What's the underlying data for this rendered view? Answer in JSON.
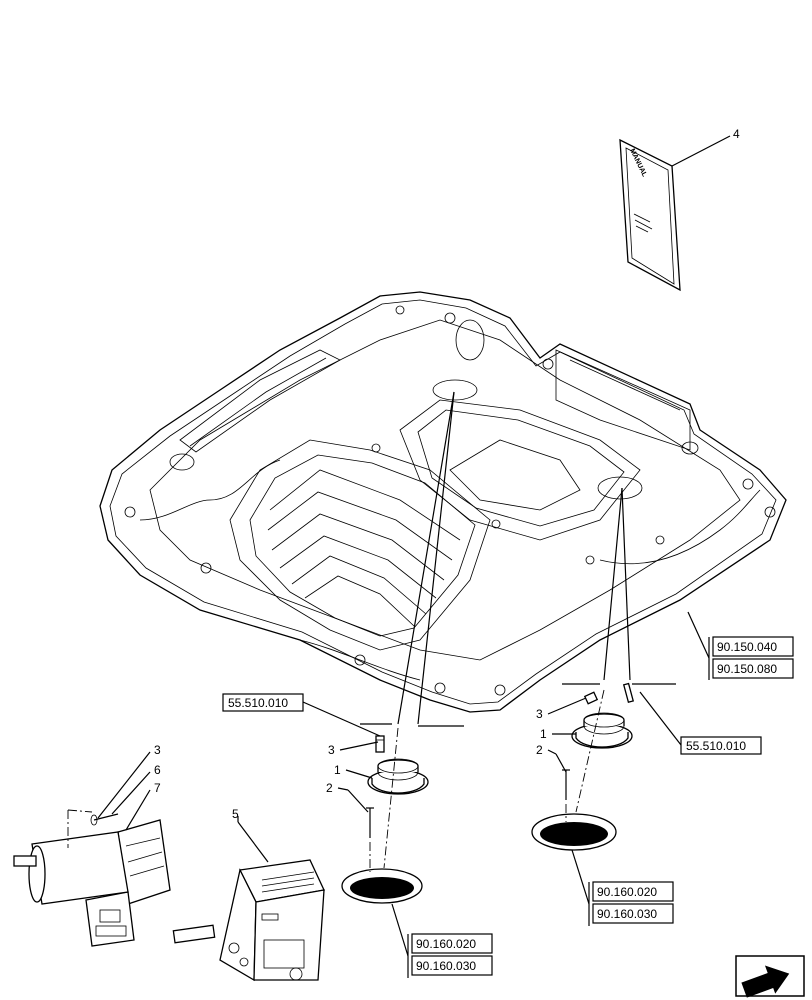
{
  "callouts": {
    "n1": "1",
    "n2": "2",
    "n3": "3",
    "n4": "4",
    "n5": "5",
    "n6": "6",
    "n7": "7"
  },
  "references": {
    "ref_55_510_010": "55.510.010",
    "ref_90_150_040": "90.150.040",
    "ref_90_150_080": "90.150.080",
    "ref_90_160_020": "90.160.020",
    "ref_90_160_030": "90.160.030"
  },
  "manual_cover_text": "MANUAL",
  "icons": {
    "nav": "next-page-arrow-icon"
  }
}
